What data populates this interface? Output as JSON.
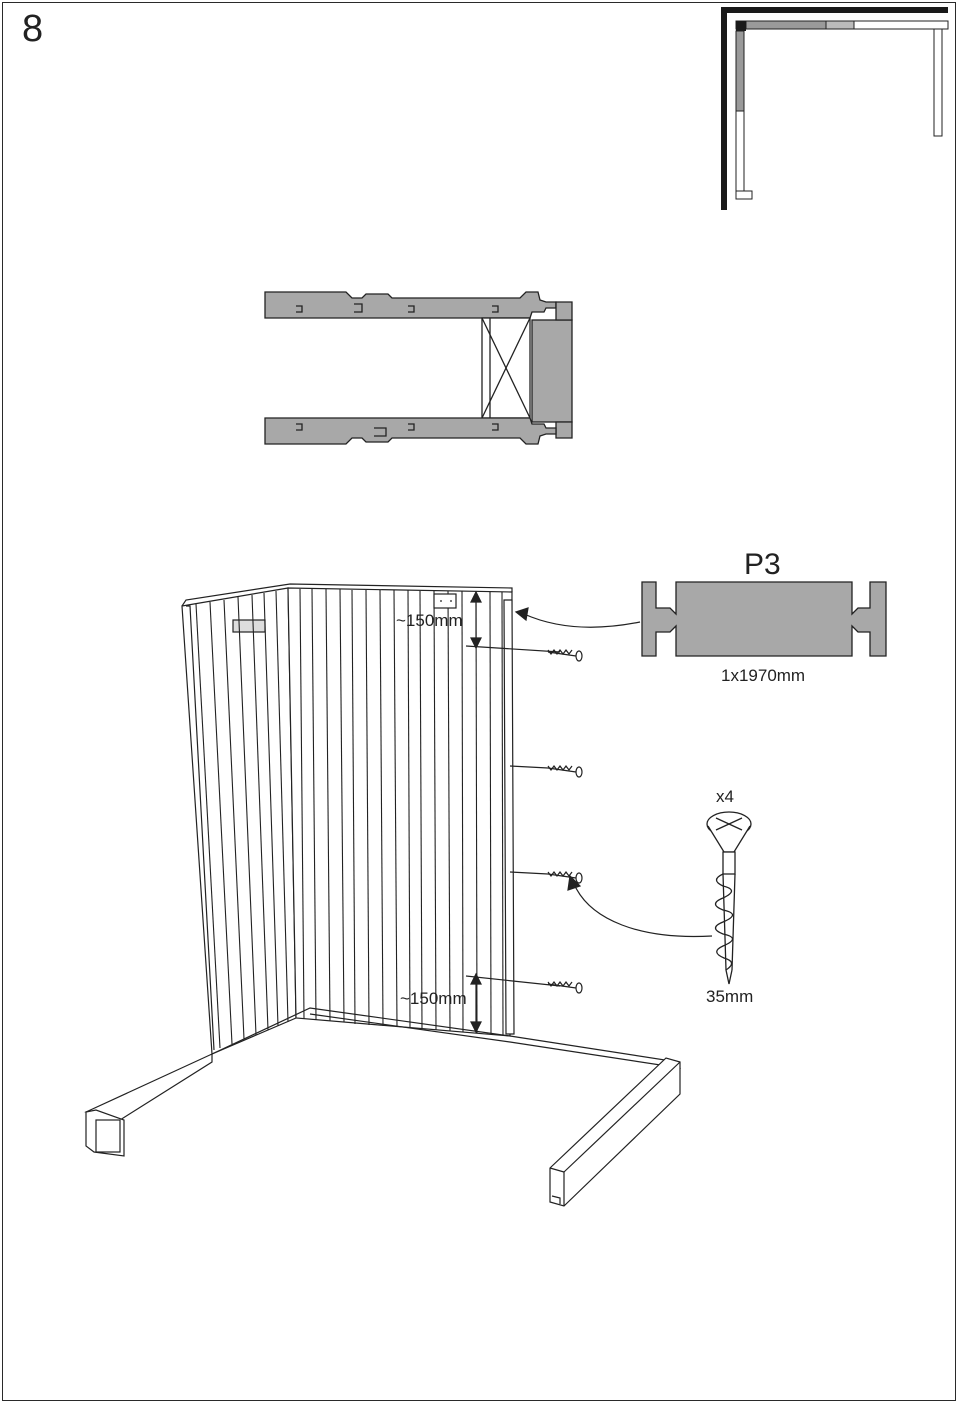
{
  "step": {
    "number": "8"
  },
  "overview_icon": "corner-layout-icon",
  "section_view": "panel-joint-cross-section",
  "assembly": {
    "dimension_top": "~150mm",
    "dimension_bottom": "~150mm"
  },
  "part": {
    "id": "P3",
    "quantity_length": "1x1970mm"
  },
  "screw": {
    "quantity": "x4",
    "length": "35mm"
  },
  "colors": {
    "part_fill": "#a8a8a8",
    "line": "#222222",
    "highlight": "#9a9a9a"
  }
}
